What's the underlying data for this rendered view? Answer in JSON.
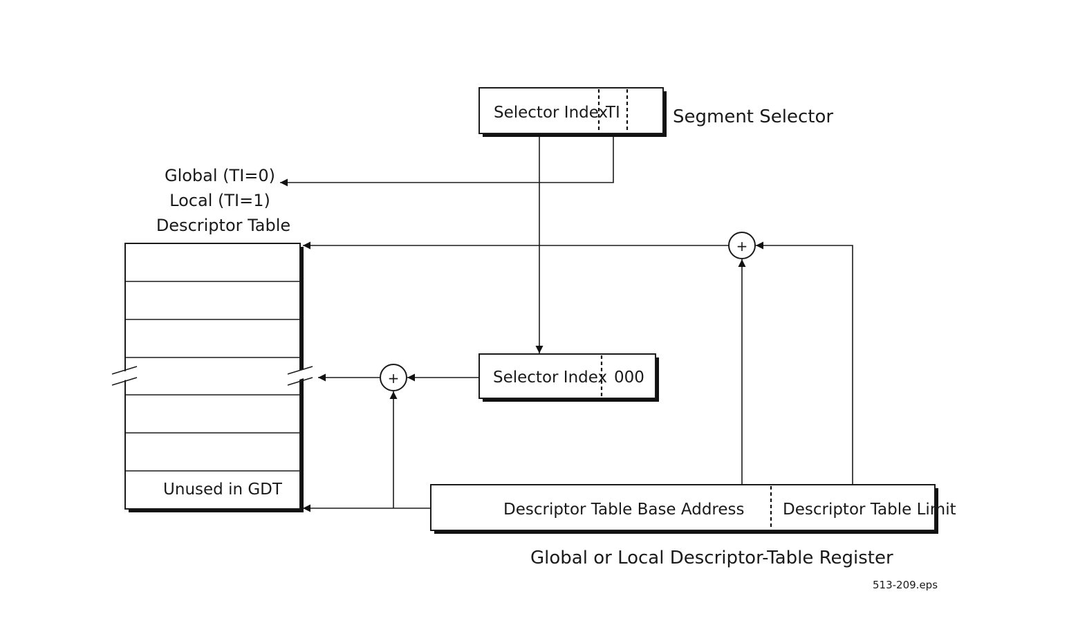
{
  "segment_selector": {
    "field_index": "Selector Index",
    "field_ti": "TI",
    "caption": "Segment Selector"
  },
  "table_type": {
    "line1": "Global (TI=0)",
    "line2": "Local (TI=1)",
    "line3": "Descriptor Table"
  },
  "descriptor_table": {
    "last_row_label": "Unused in GDT"
  },
  "scaled_index": {
    "field_index": "Selector Index",
    "field_suffix": "000"
  },
  "table_register": {
    "field_base": "Descriptor Table Base Address",
    "field_limit": "Descriptor Table Limit",
    "caption": "Global or Local Descriptor-Table Register"
  },
  "adders": {
    "symbol": "+"
  },
  "file_label": "513-209.eps"
}
